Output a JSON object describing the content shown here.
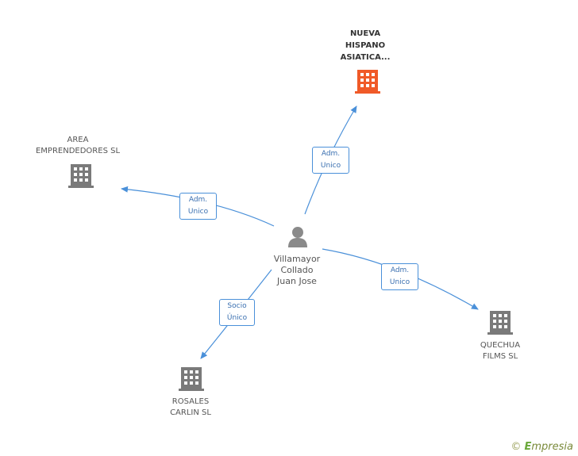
{
  "center": {
    "name": "Villamayor\nCollado\nJuan Jose",
    "icon": "person-icon"
  },
  "companies": [
    {
      "id": "nueva",
      "name": "NUEVA\nHISPANO\nASIATICA...",
      "highlight": true,
      "icon": "building-icon"
    },
    {
      "id": "area",
      "name": "AREA\nEMPRENDEDORES SL",
      "highlight": false,
      "icon": "building-icon"
    },
    {
      "id": "quechua",
      "name": "QUECHUA\nFILMS SL",
      "highlight": false,
      "icon": "building-icon"
    },
    {
      "id": "rosales",
      "name": "ROSALES\nCARLIN SL",
      "highlight": false,
      "icon": "building-icon"
    }
  ],
  "edges": [
    {
      "to": "nueva",
      "label": "Adm.\nUnico"
    },
    {
      "to": "area",
      "label": "Adm.\nUnico"
    },
    {
      "to": "quechua",
      "label": "Adm.\nUnico"
    },
    {
      "to": "rosales",
      "label": "Socio\nÚnico"
    }
  ],
  "footer": {
    "copyright": "©",
    "brand_initial": "E",
    "brand_rest": "mpresia"
  },
  "colors": {
    "edge": "#4a90d9",
    "building_default": "#7a7a7a",
    "building_highlight": "#f05a28",
    "person": "#8a8a8a"
  }
}
